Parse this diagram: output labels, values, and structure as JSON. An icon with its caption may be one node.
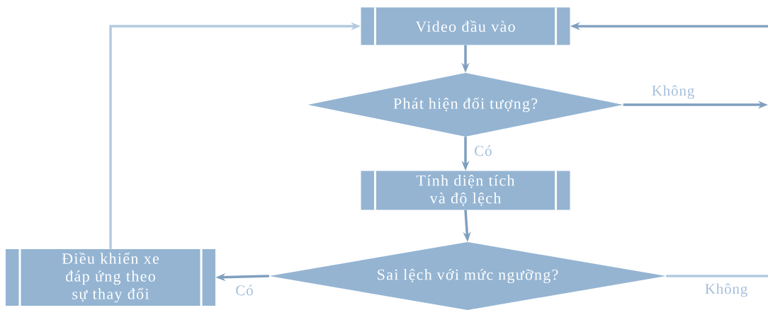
{
  "diagram": {
    "nodes": [
      {
        "text": [
          "Video đầu vào"
        ]
      },
      {
        "text": [
          "Phát hiện đối tượng?"
        ]
      },
      {
        "text": [
          "Tính diện tích và độ lệch"
        ]
      },
      {
        "text": [
          "Sai lệch với mức ngưỡng?"
        ]
      },
      {
        "text": [
          "Điều khiển xe đáp ứng theo sự thay đổi"
        ]
      }
    ],
    "edges": [
      {
        "from": null,
        "to": 0,
        "arrow": "to"
      },
      {
        "from": 0,
        "to": 1,
        "arrow": "to"
      },
      {
        "from": 1,
        "to": null,
        "arrow": "to",
        "label": "Không"
      },
      {
        "from": 1,
        "to": 2,
        "arrow": "to",
        "label": "Có"
      },
      {
        "from": 2,
        "to": 3,
        "arrow": "to"
      },
      {
        "from": 3,
        "to": 4,
        "arrow": "to",
        "label": "Có"
      },
      {
        "from": 3,
        "to": null,
        "arrow": "none",
        "label": "Không",
        "color": "#b3cbe1"
      },
      {
        "from": 4,
        "to": 0,
        "arrow": "to",
        "color": "#b3cbe1"
      }
    ]
  }
}
